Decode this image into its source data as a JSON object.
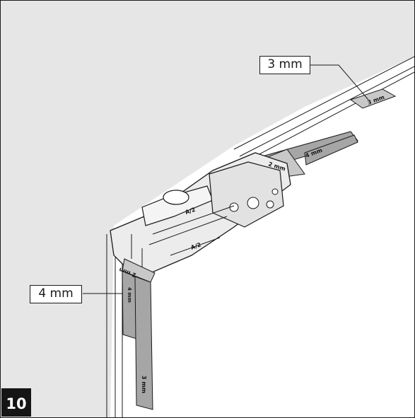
{
  "step_number": "10",
  "callouts": {
    "top": "3 mm",
    "left": "4 mm"
  },
  "gauge_labels": {
    "top_thin": "3 mm",
    "top_middle": "2 mm",
    "top_thick": "4 mm",
    "left_top": "2 mm",
    "left_side": "4 mm",
    "left_bottom": "3 mm"
  },
  "unit_labels": {
    "symbol_top": "A/2",
    "symbol_side": "A/2"
  },
  "colors": {
    "wall": "#e6e6e6",
    "gauge": "#a6a6a6",
    "gauge_light": "#c8c8c8",
    "line": "#1a1a1a",
    "badge": "#151515"
  }
}
